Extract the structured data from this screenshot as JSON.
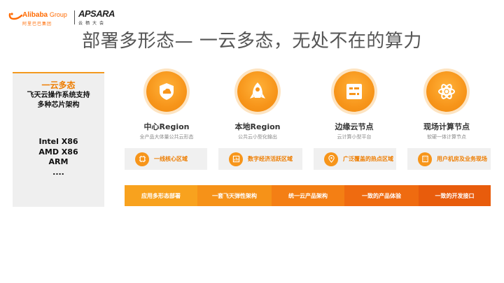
{
  "header": {
    "alibaba_name": "Alibaba",
    "alibaba_group": "Group",
    "alibaba_cn": "阿里巴巴集团",
    "apsara_name": "APSARA",
    "apsara_cn": "云栖大会"
  },
  "title": "部署多形态— 一云多态，无处不在的算力",
  "left_panel": {
    "title": "一云多态",
    "subtitle_line1": "飞天云操作系统支持",
    "subtitle_line2": "多种芯片架构",
    "chips": [
      "Intel X86",
      "AMD X86",
      "ARM",
      "...."
    ]
  },
  "nodes": [
    {
      "icon": "shield-cloud-icon",
      "label": "中心Region",
      "desc": "全产品大体量公共云形态"
    },
    {
      "icon": "rocket-icon",
      "label": "本地Region",
      "desc": "公共云小型化输出"
    },
    {
      "icon": "server-rack-icon",
      "label": "边缘云节点",
      "desc": "云计算小型平台"
    },
    {
      "icon": "atom-icon",
      "label": "现场计算节点",
      "desc": "软硬一体计算节点"
    }
  ],
  "features": [
    {
      "icon": "chip-icon",
      "label": "一线核心区域"
    },
    {
      "icon": "chart-icon",
      "label": "数字经济活跃区域"
    },
    {
      "icon": "location-pin-icon",
      "label": "广泛覆盖的热点区域"
    },
    {
      "icon": "building-icon",
      "label": "用户机房及业务现场"
    }
  ],
  "bar": [
    {
      "label": "应用多形态部署",
      "color": "#f8a21e"
    },
    {
      "label": "一套飞天弹性架构",
      "color": "#f69218"
    },
    {
      "label": "统一云产品架构",
      "color": "#f47f14"
    },
    {
      "label": "一致的产品体验",
      "color": "#ef6b10"
    },
    {
      "label": "一致的开发接口",
      "color": "#e85c0c"
    }
  ]
}
